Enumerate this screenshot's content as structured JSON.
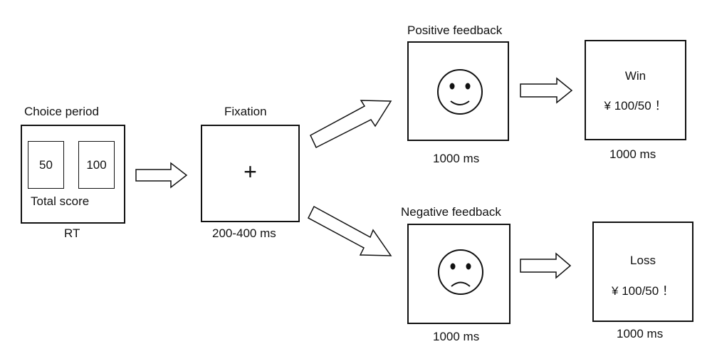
{
  "choice": {
    "title": "Choice period",
    "card_left": "50",
    "card_right": "100",
    "total_label": "Total score",
    "time": "RT"
  },
  "fixation": {
    "title": "Fixation",
    "symbol": "+",
    "time": "200-400 ms"
  },
  "positive": {
    "title": "Positive feedback",
    "face_icon": "smiley-face-icon",
    "face_time": "1000 ms",
    "result_line1": "Win",
    "result_line2": "¥ 100/50 ！",
    "result_time": "1000 ms"
  },
  "negative": {
    "title": "Negative feedback",
    "face_icon": "sad-face-icon",
    "face_time": "1000 ms",
    "result_line1": "Loss",
    "result_line2": "¥ 100/50 ！",
    "result_time": "1000 ms"
  }
}
